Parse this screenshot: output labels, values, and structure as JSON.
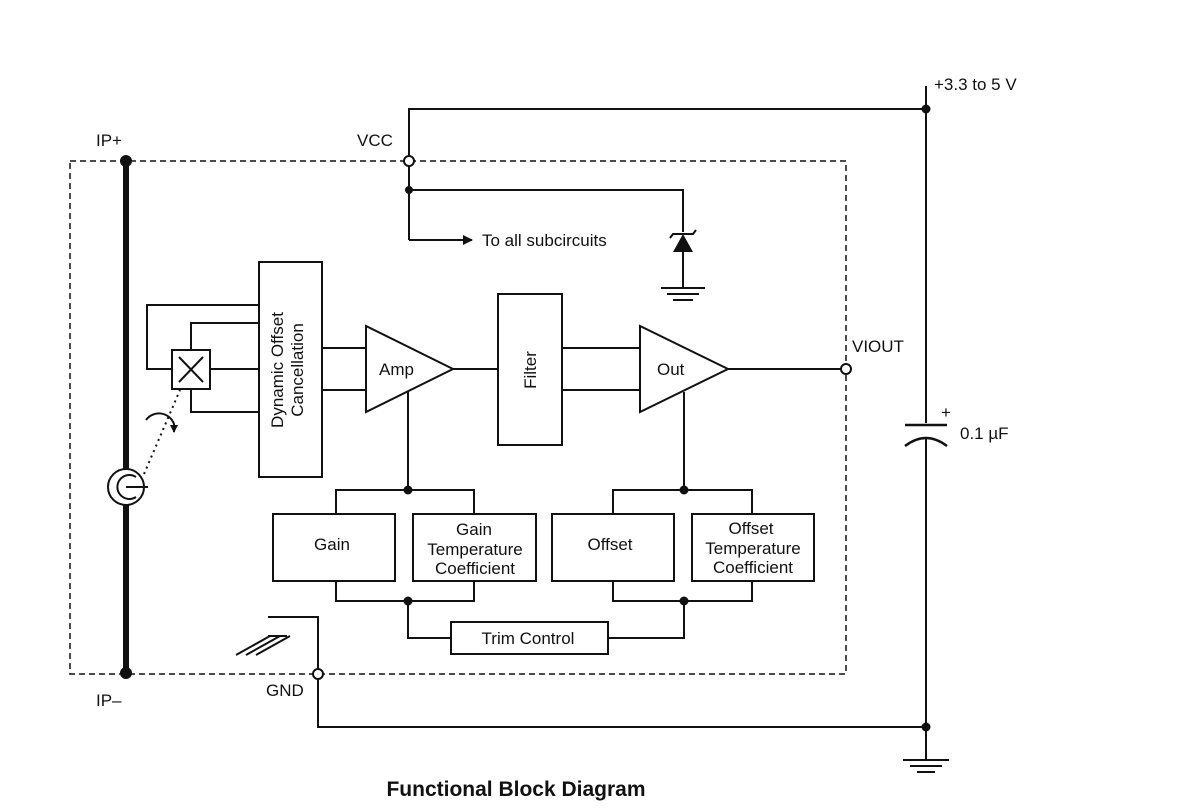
{
  "title": "Functional Block Diagram",
  "pins": {
    "ip_plus": "IP+",
    "ip_minus": "IP–",
    "vcc": "VCC",
    "gnd": "GND",
    "viout": "VIOUT"
  },
  "supply": {
    "voltage": "+3.3 to 5 V",
    "capacitor": "0.1 µF",
    "polarity": "+"
  },
  "subcircuits_note": "To all subcircuits",
  "blocks": {
    "dynamic_offset_line1": "Dynamic Offset",
    "dynamic_offset_line2": "Cancellation",
    "amp": "Amp",
    "filter": "Filter",
    "out": "Out",
    "gain": "Gain",
    "gain_tc_line1": "Gain",
    "gain_tc_line2": "Temperature",
    "gain_tc_line3": "Coefficient",
    "offset": "Offset",
    "offset_tc_line1": "Offset",
    "offset_tc_line2": "Temperature",
    "offset_tc_line3": "Coefficient",
    "trim_control": "Trim Control"
  }
}
